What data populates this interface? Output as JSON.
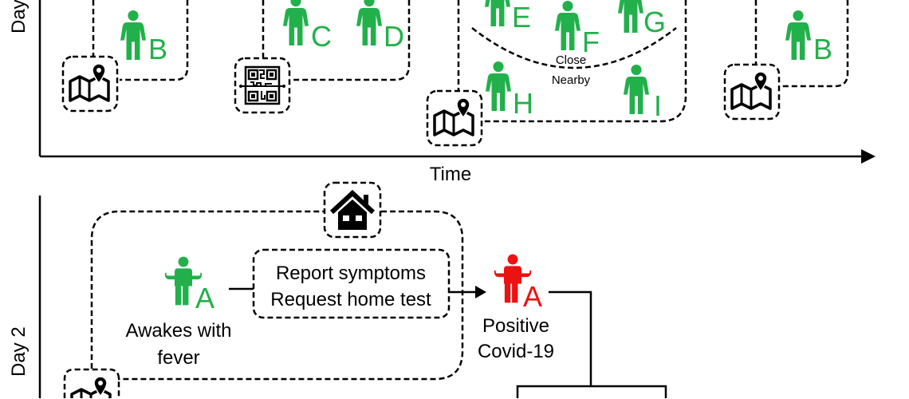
{
  "colors": {
    "healthy": "#22b04b",
    "infected": "#ee1111",
    "line": "#000000"
  },
  "top_panel": {
    "y_label": "Day",
    "x_label": "Time",
    "zones": {
      "close": "Close",
      "nearby": "Nearby"
    },
    "people": [
      {
        "label": "B"
      },
      {
        "label": "C"
      },
      {
        "label": "D"
      },
      {
        "label": "E"
      },
      {
        "label": "F"
      },
      {
        "label": "G"
      },
      {
        "label": "H"
      },
      {
        "label": "I"
      },
      {
        "label": "B"
      }
    ],
    "icons": [
      "map-pin-icon",
      "qr-code-icon",
      "map-pin-icon",
      "map-pin-icon"
    ]
  },
  "bottom_panel": {
    "y_label": "Day 2",
    "person_a_healthy": {
      "label": "A",
      "caption_line1": "Awakes with",
      "caption_line2": "fever"
    },
    "action_box": {
      "line1": "Report symptoms",
      "line2": "Request home test"
    },
    "person_a_infected": {
      "label": "A",
      "caption_line1": "Positive",
      "caption_line2": "Covid-19"
    },
    "icons": [
      "house-icon",
      "map-pin-icon"
    ]
  }
}
